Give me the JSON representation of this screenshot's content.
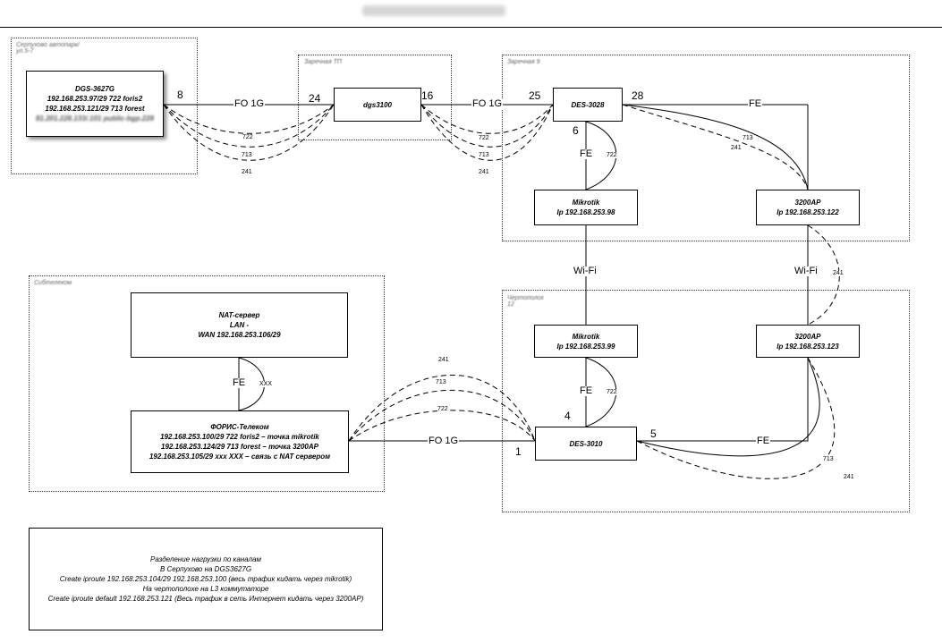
{
  "regions": {
    "top_left": "Серпухово автопарк/ул.5-7",
    "top_mid": "Заречная ТП",
    "top_right": "Заречная 9",
    "bottom_left": "Сибтелеком",
    "bottom_right": "Чертополох 12"
  },
  "devices": {
    "dgs3627": {
      "name": "DGS-3627G",
      "line1": "192.168.253.97/29 722 foris2",
      "line2": "192.168.253.121/29 713 forest",
      "line3": "81.201.228.133/.101 public-bgp.228"
    },
    "dgs3100": {
      "name": "dgs3100"
    },
    "des3028": {
      "name": "DES-3028"
    },
    "mikrotik_top": {
      "name": "Mikrotik",
      "ip": "Ip 192.168.253.98"
    },
    "ap_top": {
      "name": "3200AP",
      "ip": "Ip 192.168.253.122"
    },
    "mikrotik_bottom": {
      "name": "Mikrotik",
      "ip": "Ip 192.168.253.99"
    },
    "ap_bottom": {
      "name": "3200AP",
      "ip": "Ip 192.168.253.123"
    },
    "des3010": {
      "name": "DES-3010"
    },
    "nat": {
      "line1": "NAT-сервер",
      "line2": "LAN -",
      "line3": "WAN 192.168.253.106/29"
    },
    "foris": {
      "name": "ФОРИС-Телеком",
      "line1": "192.168.253.100/29 722 foris2 – точка mikrotik",
      "line2": "192.168.253.124/29 713 forest – точка 3200AP",
      "line3": "192.168.253.105/29 xxx XXX – связь с NAT сервером"
    }
  },
  "ports": {
    "p8": "8",
    "p24": "24",
    "p16": "16",
    "p25": "25",
    "p28": "28",
    "p6": "6",
    "p4": "4",
    "p5": "5",
    "p1": "1"
  },
  "links": {
    "fo1g_a": "FO 1G",
    "fo1g_b": "FO 1G",
    "fo1g_c": "FO 1G",
    "fe_top": "FE",
    "fe_mik_top": "FE",
    "fe_mik_bottom": "FE",
    "fe_bottom": "FE",
    "fe_nat": "FE",
    "wifi_left": "Wi-Fi",
    "wifi_right": "Wi-Fi"
  },
  "vlans": {
    "v722_a": "722",
    "v713_a": "713",
    "v241_a": "241",
    "v722_b": "722",
    "v713_b": "713",
    "v241_b": "241",
    "v713_c": "713",
    "v241_c": "241",
    "v722_mik_top": "722",
    "v722_mik_bottom": "722",
    "v241_ap": "241",
    "v241_d": "241",
    "v713_d": "713",
    "v722_d": "722",
    "v713_e": "713",
    "v241_e": "241",
    "xxx": "XXX"
  },
  "note": {
    "line1": "Разделение нагрузки по каналам",
    "line2": "В Серпухово на DGS3627G",
    "line3": "Create iproute 192.168.253.104/29 192.168.253.100 (весь трафик кидать через mikrotik)",
    "line4": "На чертополохе на L3 коммутаторе",
    "line5": "Create iproute default 192.168.253.121 (Весь трафик в сеть Интернет кидать через 3200AP)"
  }
}
